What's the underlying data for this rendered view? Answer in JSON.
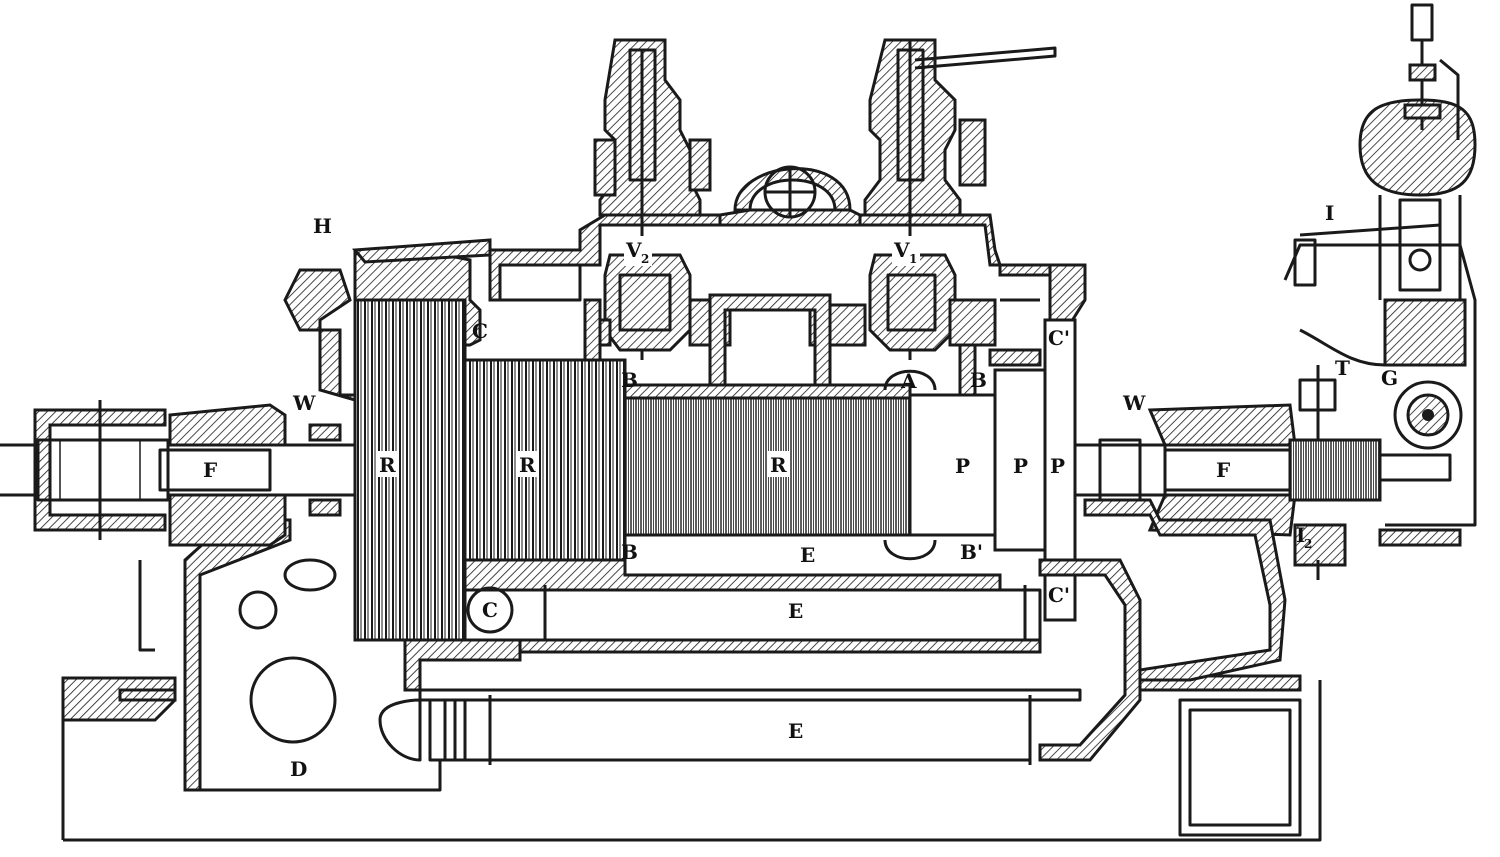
{
  "diagram": {
    "labels": {
      "H": "H",
      "W_left": "W",
      "W_right": "W",
      "F_left": "F",
      "F_right": "F",
      "R1": "R",
      "R2": "R",
      "R3": "R",
      "C_top_left": "C",
      "C_circle": "C",
      "C_right_top": "C'",
      "C_right_bottom": "C'",
      "B_top_left": "B",
      "B_top_right": "B",
      "B_bottom_left": "B",
      "B_bottom_right": "B'",
      "A": "A",
      "P1": "P",
      "P2": "P",
      "P3": "P",
      "E1": "E",
      "E2": "E",
      "E3": "E",
      "D": "D",
      "V2": "V",
      "V2_sub": "2",
      "V1": "V",
      "V1_sub": "1",
      "I": "I",
      "T": "T",
      "G": "G",
      "I2": "I",
      "I2_sub": "2"
    },
    "colors": {
      "ink": "#1a1a1a",
      "paper": "#ffffff"
    }
  }
}
